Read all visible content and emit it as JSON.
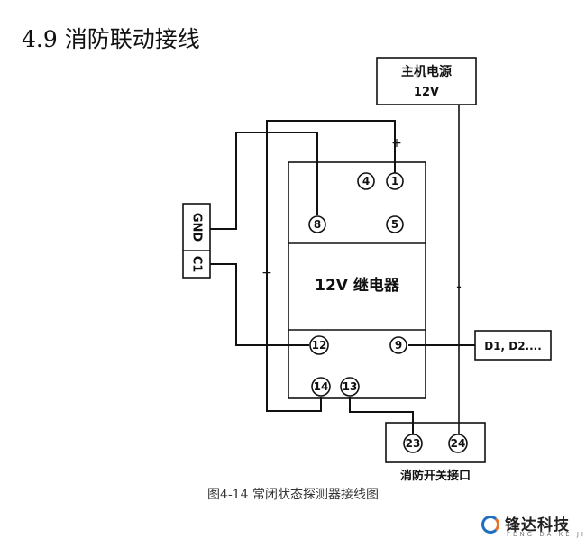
{
  "section_title": "4.9 消防联动接线",
  "power_supply": {
    "line1": "主机电源",
    "line2": "12V"
  },
  "relay": {
    "label": "12V 继电器"
  },
  "panel": {
    "gnd": "GND",
    "c1": "C1"
  },
  "output": {
    "label": "D1, D2...."
  },
  "fire_interface": {
    "label": "消防开关接口"
  },
  "terminals": {
    "t1": "1",
    "t4": "4",
    "t5": "5",
    "t8": "8",
    "t9": "9",
    "t12": "12",
    "t13": "13",
    "t14": "14",
    "t23": "23",
    "t24": "24"
  },
  "polarity": {
    "plus": "+",
    "minus": "-"
  },
  "caption": "图4-14  常闭状态探测器接线图",
  "watermark": {
    "name": "锋达科技",
    "pinyin": "FENG DA KE JI"
  },
  "colors": {
    "line": "#111111",
    "logo_blue": "#1f6fc0",
    "logo_orange": "#e2742a"
  }
}
